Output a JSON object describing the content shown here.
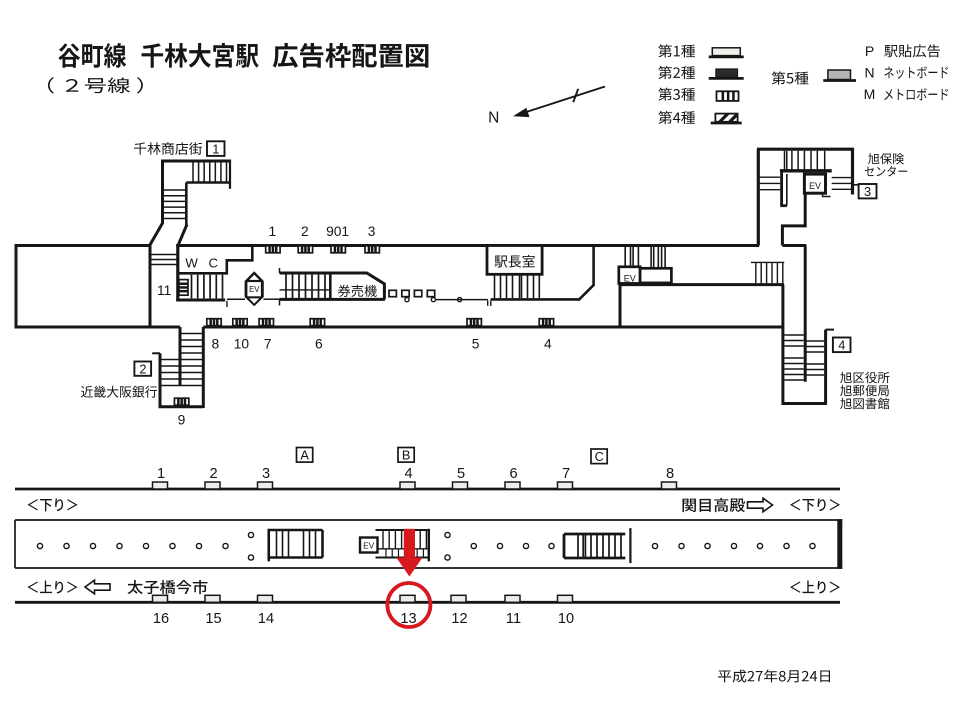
{
  "colors": {
    "ink": "#161616",
    "highlight_red": "#d7191f",
    "type1_fill": "#ececec",
    "type2_fill": "#2b2b2b",
    "type5_fill": "#b4b4b4"
  },
  "title": {
    "main": "谷町線　千林大宮駅　広告枠配置図",
    "sub": "（ ２号線 ）"
  },
  "date": "平成27年8月24日",
  "compass": {
    "label": "N"
  },
  "legend": {
    "types": [
      {
        "label": "第1種",
        "style": "white-box"
      },
      {
        "label": "第2種",
        "style": "dark-box"
      },
      {
        "label": "第3種",
        "style": "striped-box"
      },
      {
        "label": "第4種",
        "style": "hatched-box"
      },
      {
        "label": "第5種",
        "style": "gray-box"
      }
    ],
    "codes": [
      {
        "letter": "P",
        "label": "駅貼広告"
      },
      {
        "letter": "N",
        "label": "ネットボード"
      },
      {
        "letter": "M",
        "label": "メトロボード"
      }
    ]
  },
  "concourse": {
    "exit1": {
      "no": "1",
      "name": "千林商店街"
    },
    "exit2": {
      "no": "2",
      "name": "近畿大阪銀行"
    },
    "exit3": {
      "no": "3",
      "name": "旭保険センター",
      "name_lines": [
        "旭保険",
        "センター"
      ]
    },
    "exit4": {
      "no": "4",
      "name": "旭区役所 旭郵便局 旭図書館",
      "name_lines": [
        "旭区役所",
        "旭郵便局",
        "旭図書館"
      ]
    },
    "rooms": {
      "wc": "W C",
      "ticket_machines": "券売機",
      "station_master": "駅長室",
      "elevator": "EV"
    },
    "top_frames": [
      "1",
      "2",
      "901",
      "3"
    ],
    "bottom_frames": [
      "8",
      "10",
      "7",
      "6",
      "5",
      "4"
    ],
    "side_frame": "11",
    "exit2_frame": "9"
  },
  "platform": {
    "upper_row": {
      "direction": "＜下り＞",
      "frames": [
        "1",
        "2",
        "3",
        "4",
        "5",
        "6",
        "7",
        "8"
      ],
      "sections": [
        "A",
        "B",
        "C"
      ]
    },
    "lower_row": {
      "direction": "＜上り＞",
      "frames": [
        "16",
        "15",
        "14",
        "13",
        "12",
        "11",
        "10"
      ]
    },
    "left_destination": "太子橋今市",
    "right_destination": "関目高殿",
    "elevator": "EV",
    "highlighted_frame": "13"
  }
}
